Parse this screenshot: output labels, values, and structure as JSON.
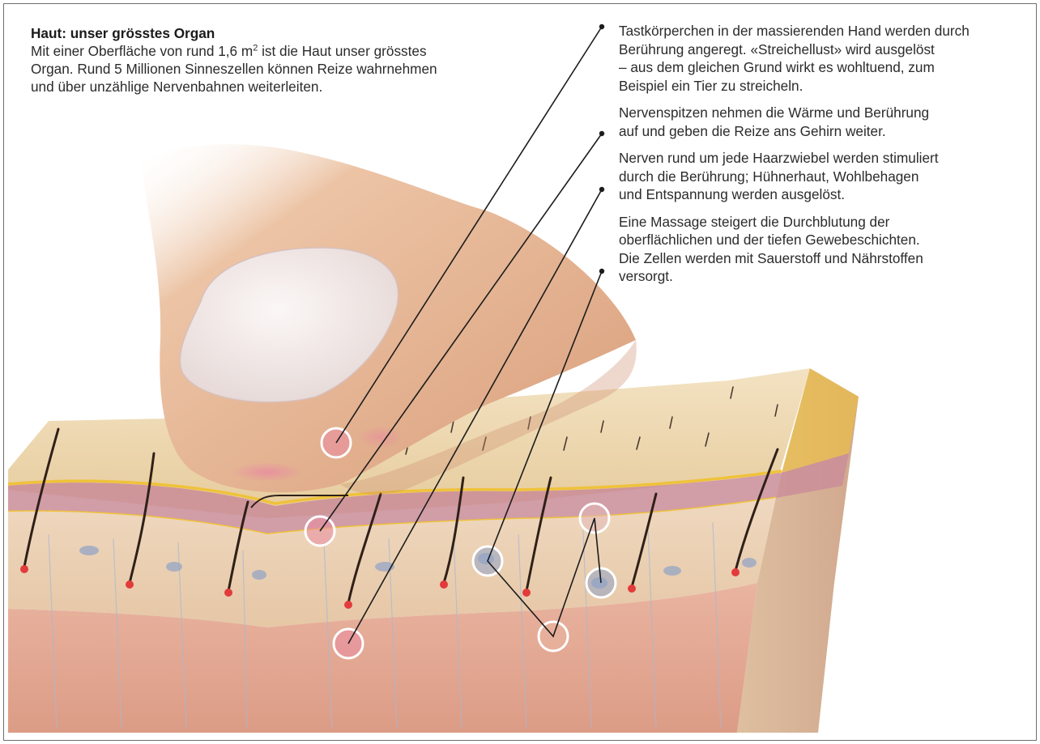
{
  "intro": {
    "title": "Haut: unser grösstes Organ",
    "body_before_sup": "Mit einer Oberfläche von rund 1,6 m",
    "sup": "2",
    "body_after_sup": " ist die Haut unser grösstes Organ. Rund 5 Millionen Sinneszellen können Reize wahrnehmen und über unzählige Nervenbahnen weiterleiten."
  },
  "callouts": [
    {
      "text": "Tastkörperchen in der massierenden Hand werden durch\nBerührung angeregt. «Streichellust» wird ausgelöst\n– aus dem gleichen Grund wirkt es wohltuend, zum\nBeispiel ein Tier zu streicheln."
    },
    {
      "text": "Nervenspitzen nehmen die Wärme und Berührung\nauf und geben die Reize ans Gehirn weiter."
    },
    {
      "text": "Nerven rund um jede Haarzwiebel werden stimuliert\ndurch die Berührung; Hühnerhaut, Wohlbehagen\nund Entspannung werden ausgelöst."
    },
    {
      "text": "Eine Massage steigert die Durchblutung der\noberflächlichen und der tiefen Gewebeschichten.\nDie Zellen werden mit Sauerstoff und Nährstoffen\nversorgt."
    }
  ],
  "colors": {
    "frame_border": "#6f6f6f",
    "skin_surface": "#e8cda0",
    "epidermis_band": "#c98c98",
    "yellow_line": "#efc23a",
    "dermis": "#ecd3b8",
    "subcutis": "#e3a793",
    "finger": "#e3ad8b",
    "nail": "#f3ecea",
    "hair": "#2f2018",
    "leader_line": "#1c1c1c",
    "highlight_ring": "#ffffff"
  },
  "icons": [
    "hair-follicle",
    "nerve-ending-marker",
    "leader-dot"
  ]
}
